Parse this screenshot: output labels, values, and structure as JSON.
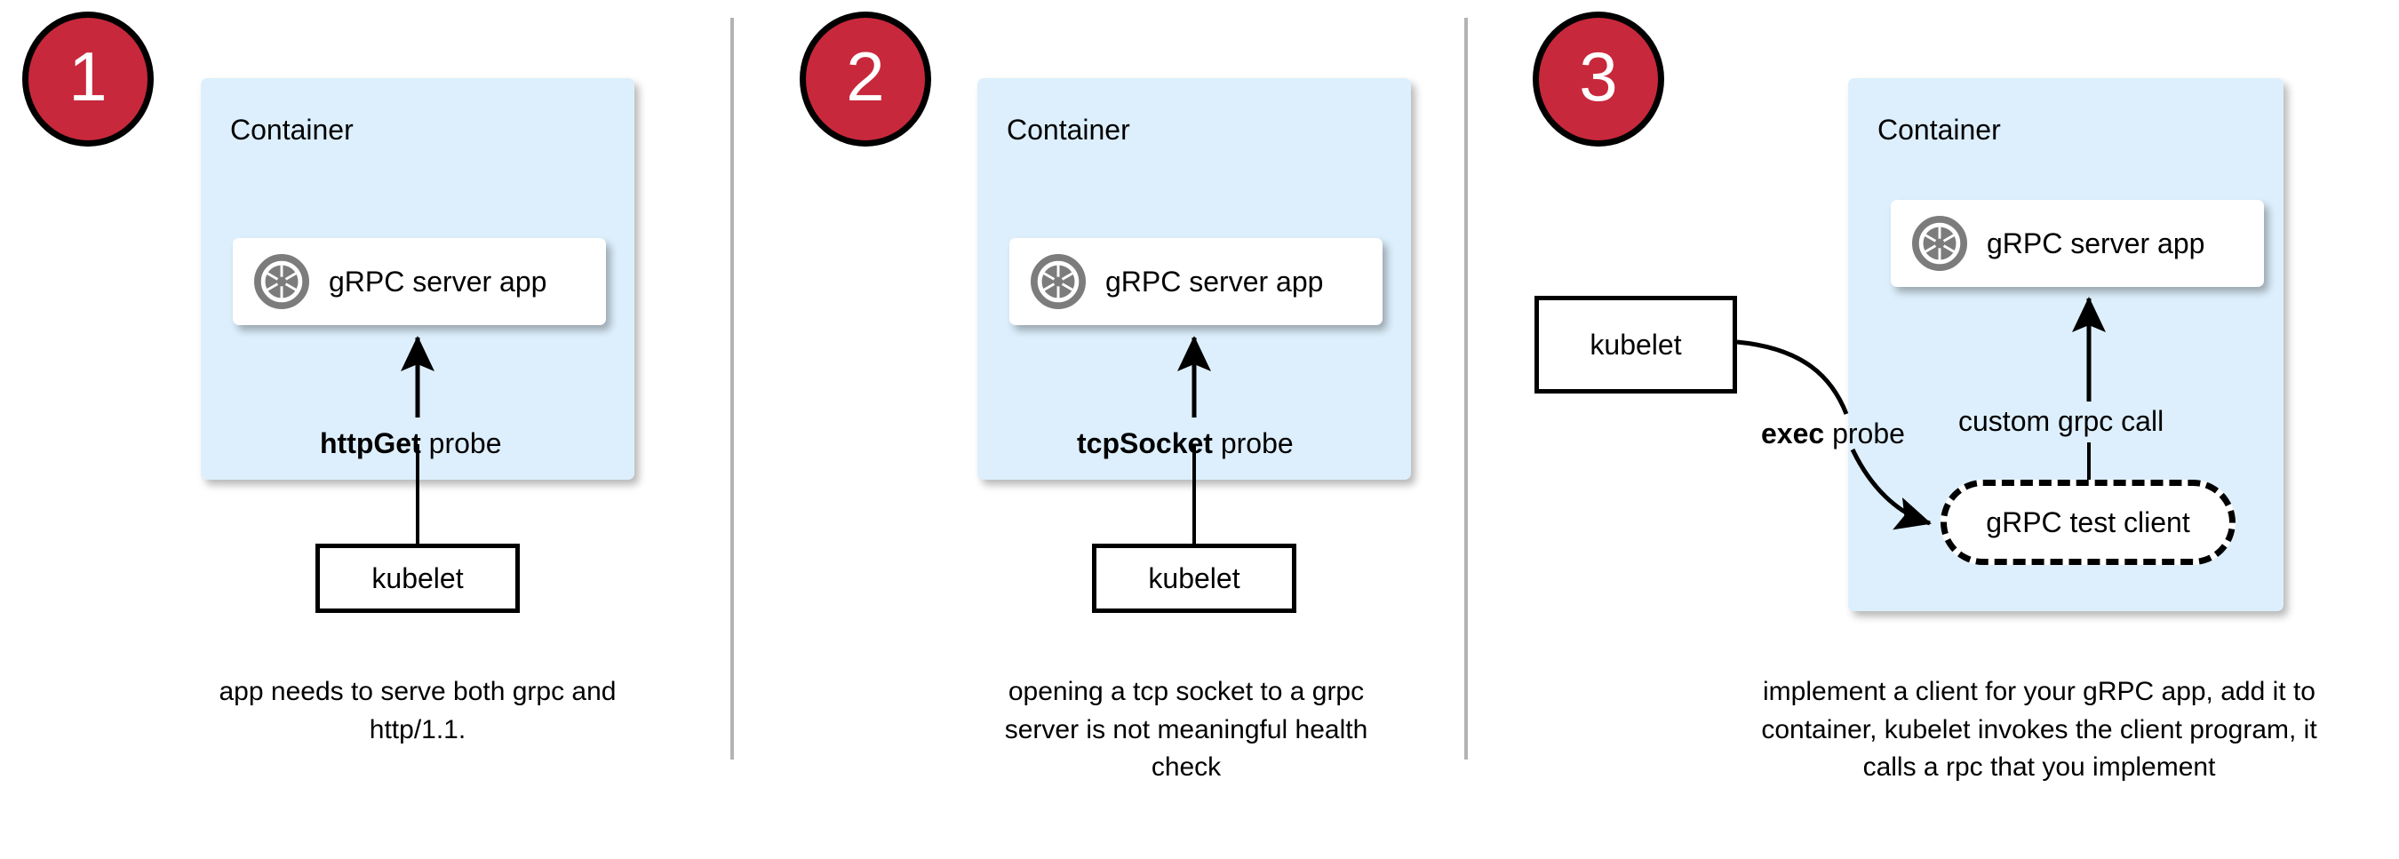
{
  "diagram": {
    "title": "gRPC health probe approaches in Kubernetes",
    "colors": {
      "badge_fill": "#c8283c",
      "badge_stroke": "#000000",
      "badge_text": "#ffffff",
      "container_fill": "#ddeffc",
      "card_fill": "#ffffff",
      "stroke": "#000000",
      "divider": "#b3b3b3"
    },
    "panels": [
      {
        "number": "1",
        "container_label": "Container",
        "app_label": "gRPC server app",
        "app_icon": "grpc-icon",
        "probe_label_bold": "httpGet",
        "probe_label_rest": " probe",
        "kubelet_label": "kubelet",
        "caption": "app needs to serve both grpc and http/1.1."
      },
      {
        "number": "2",
        "container_label": "Container",
        "app_label": "gRPC server app",
        "app_icon": "grpc-icon",
        "probe_label_bold": "tcpSocket",
        "probe_label_rest": " probe",
        "kubelet_label": "kubelet",
        "caption": "opening a tcp socket to a grpc server is not meaningful health check"
      },
      {
        "number": "3",
        "container_label": "Container",
        "app_label": "gRPC server app",
        "app_icon": "grpc-icon",
        "probe_label_bold": "exec",
        "probe_label_rest": " probe",
        "kubelet_label": "kubelet",
        "client_label": "gRPC test client",
        "call_label": "custom grpc call",
        "caption": "implement a client for your gRPC app, add it to container, kubelet invokes the client program, it calls a rpc that you implement"
      }
    ]
  }
}
